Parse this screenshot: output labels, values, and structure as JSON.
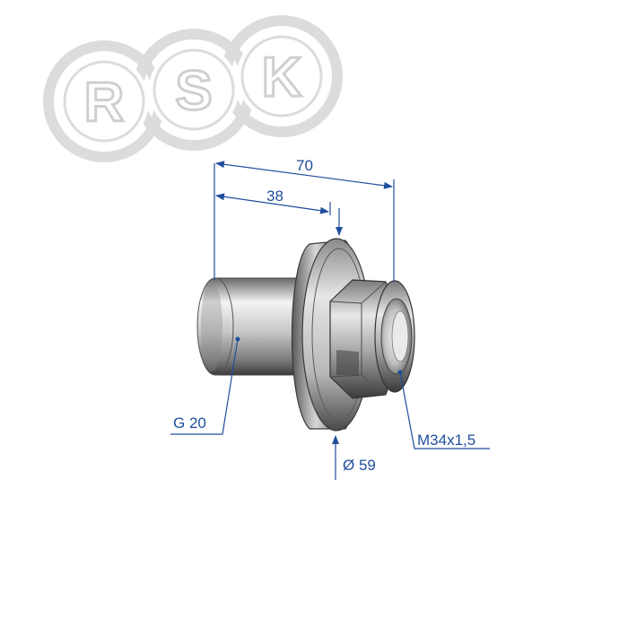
{
  "logo": {
    "letters": [
      "R",
      "S",
      "K"
    ]
  },
  "dimensions": {
    "overall_length": "70",
    "shaft_length": "38",
    "shaft_thread": "G 20",
    "flange_diameter": "Ø 59",
    "nut_thread": "M34x1,5"
  },
  "colors": {
    "dimension_line": "#1f4e9c",
    "logo_stroke": "#d9d9d9",
    "part_dark": "#3a3a3a",
    "part_light": "#f2f2f2"
  }
}
